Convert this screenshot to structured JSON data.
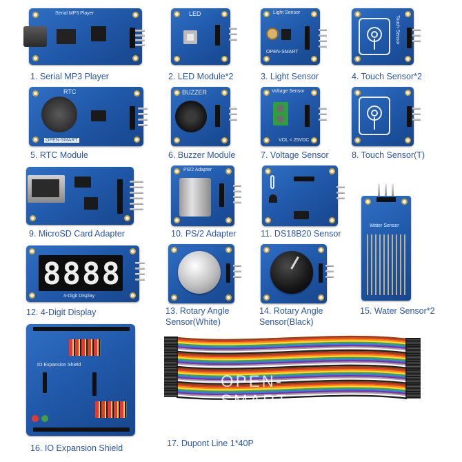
{
  "captions": {
    "c1": "1. Serial MP3 Player",
    "c2": "2. LED Module*2",
    "c3": "3. Light Sensor",
    "c4": "4. Touch Sensor*2",
    "c5": "5. RTC Module",
    "c6": "6. Buzzer Module",
    "c7": "7. Voltage Sensor",
    "c8": "8. Touch Sensor(T)",
    "c9": "9. MicroSD Card Adapter",
    "c10": "10. PS/2 Adapter",
    "c11": "11. DS18B20 Sensor",
    "c12": "12. 4-Digit Display",
    "c13a": "13. Rotary Angle",
    "c13b": "Sensor(White)",
    "c14a": "14. Rotary Angle",
    "c14b": "Sensor(Black)",
    "c15": "15. Water Sensor*2",
    "c16": "16. IO Expansion Shield",
    "c17": "17. Dupont Line 1*40P"
  },
  "board_labels": {
    "mp3": "Serial MP3 Player",
    "led": "LED",
    "light": "Light Sensor",
    "touch": "Touch Sensor",
    "rtc": "RTC",
    "buzzer": "BUZZER",
    "voltage": "Voltage Sensor",
    "voltage_note": "VOL < 25VDC",
    "ps2": "PS/2 Adapter",
    "display_name": "4-Digit Display",
    "digits": "8888",
    "water": "Water Sensor",
    "shield": "IO Expansion Shield",
    "open_smart": "OPEN-SMART"
  },
  "watermark": "OPEN-SMART",
  "wire_colors": [
    "#8b4513",
    "#e53935",
    "#fb8c00",
    "#fdd835",
    "#43a047",
    "#1e88e5",
    "#8e24aa",
    "#9e9e9e",
    "#fafafa",
    "#212121"
  ]
}
